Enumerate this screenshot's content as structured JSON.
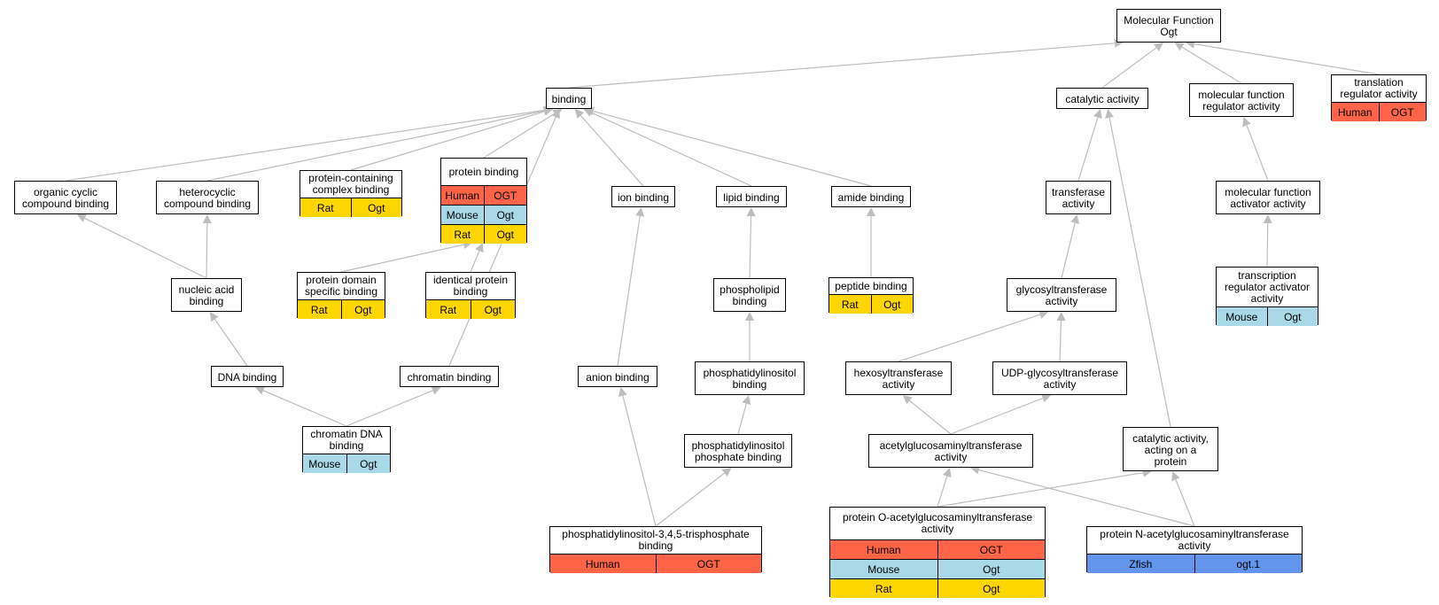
{
  "colors": {
    "Human": "#fe6548",
    "Mouse": "#a9d8e6",
    "Rat": "#ffd600",
    "Zfish": "#6495ed",
    "edge": "#bdbdbd",
    "node_border": "#000000"
  },
  "nodes": [
    {
      "id": "mf",
      "title": "Molecular Function\nOgt"
    },
    {
      "id": "binding",
      "title": "binding"
    },
    {
      "id": "catalytic",
      "title": "catalytic activity"
    },
    {
      "id": "mfreg",
      "title": "molecular function\nregulator activity"
    },
    {
      "id": "translation",
      "title": "translation\nregulator activity",
      "ann": [
        [
          "Human",
          "OGT"
        ]
      ]
    },
    {
      "id": "organic",
      "title": "organic cyclic\ncompound binding"
    },
    {
      "id": "hetero",
      "title": "heterocyclic\ncompound binding"
    },
    {
      "id": "pcomplex",
      "title": "protein-containing\ncomplex binding",
      "ann": [
        [
          "Rat",
          "Ogt"
        ]
      ]
    },
    {
      "id": "protein",
      "title": "protein binding",
      "ann": [
        [
          "Human",
          "OGT"
        ],
        [
          "Mouse",
          "Ogt"
        ],
        [
          "Rat",
          "Ogt"
        ]
      ]
    },
    {
      "id": "ion",
      "title": "ion binding"
    },
    {
      "id": "lipid",
      "title": "lipid binding"
    },
    {
      "id": "amide",
      "title": "amide binding"
    },
    {
      "id": "transferase",
      "title": "transferase\nactivity"
    },
    {
      "id": "mfact",
      "title": "molecular function\nactivator activity"
    },
    {
      "id": "nucleic",
      "title": "nucleic acid\nbinding"
    },
    {
      "id": "pdomain",
      "title": "protein domain\nspecific binding",
      "ann": [
        [
          "Rat",
          "Ogt"
        ]
      ]
    },
    {
      "id": "identical",
      "title": "identical protein\nbinding",
      "ann": [
        [
          "Rat",
          "Ogt"
        ]
      ]
    },
    {
      "id": "phospholipid",
      "title": "phospholipid\nbinding"
    },
    {
      "id": "peptide",
      "title": "peptide binding",
      "ann": [
        [
          "Rat",
          "Ogt"
        ]
      ]
    },
    {
      "id": "glycosyl",
      "title": "glycosyltransferase\nactivity"
    },
    {
      "id": "transcription",
      "title": "transcription\nregulator activator\nactivity",
      "ann": [
        [
          "Mouse",
          "Ogt"
        ]
      ]
    },
    {
      "id": "dna",
      "title": "DNA binding"
    },
    {
      "id": "chromatin",
      "title": "chromatin binding"
    },
    {
      "id": "anion",
      "title": "anion binding"
    },
    {
      "id": "pinositol",
      "title": "phosphatidylinositol\nbinding"
    },
    {
      "id": "hexosyl",
      "title": "hexosyltransferase\nactivity"
    },
    {
      "id": "udp",
      "title": "UDP-glycosyltransferase\nactivity"
    },
    {
      "id": "chromdna",
      "title": "chromatin DNA\nbinding",
      "ann": [
        [
          "Mouse",
          "Ogt"
        ]
      ]
    },
    {
      "id": "pipbind",
      "title": "phosphatidylinositol\nphosphate binding"
    },
    {
      "id": "acetyl",
      "title": "acetylglucosaminyltransferase\nactivity"
    },
    {
      "id": "catprot",
      "title": "catalytic activity,\nacting on a\nprotein"
    },
    {
      "id": "pip3",
      "title": "phosphatidylinositol-3,4,5-trisphosphate\nbinding",
      "ann": [
        [
          "Human",
          "OGT"
        ]
      ]
    },
    {
      "id": "poacetyl",
      "title": "protein O-acetylglucosaminyltransferase\nactivity",
      "ann": [
        [
          "Human",
          "OGT"
        ],
        [
          "Mouse",
          "Ogt"
        ],
        [
          "Rat",
          "Ogt"
        ]
      ]
    },
    {
      "id": "pnacetyl",
      "title": "protein N-acetylglucosaminyltransferase\nactivity",
      "ann": [
        [
          "Zfish",
          "ogt.1"
        ]
      ]
    }
  ],
  "edges": [
    [
      "binding",
      "mf"
    ],
    [
      "catalytic",
      "mf"
    ],
    [
      "mfreg",
      "mf"
    ],
    [
      "translation",
      "mf"
    ],
    [
      "organic",
      "binding"
    ],
    [
      "hetero",
      "binding"
    ],
    [
      "pcomplex",
      "binding"
    ],
    [
      "protein",
      "binding"
    ],
    [
      "ion",
      "binding"
    ],
    [
      "lipid",
      "binding"
    ],
    [
      "amide",
      "binding"
    ],
    [
      "chromatin",
      "binding"
    ],
    [
      "transferase",
      "catalytic"
    ],
    [
      "catprot",
      "catalytic"
    ],
    [
      "mfact",
      "mfreg"
    ],
    [
      "nucleic",
      "organic"
    ],
    [
      "nucleic",
      "hetero"
    ],
    [
      "pdomain",
      "protein"
    ],
    [
      "identical",
      "protein"
    ],
    [
      "anion",
      "ion"
    ],
    [
      "phospholipid",
      "lipid"
    ],
    [
      "peptide",
      "amide"
    ],
    [
      "glycosyl",
      "transferase"
    ],
    [
      "transcription",
      "mfact"
    ],
    [
      "dna",
      "nucleic"
    ],
    [
      "chromdna",
      "dna"
    ],
    [
      "chromdna",
      "chromatin"
    ],
    [
      "pip3",
      "anion"
    ],
    [
      "pip3",
      "pipbind"
    ],
    [
      "pinositol",
      "phospholipid"
    ],
    [
      "pipbind",
      "pinositol"
    ],
    [
      "hexosyl",
      "glycosyl"
    ],
    [
      "udp",
      "glycosyl"
    ],
    [
      "acetyl",
      "hexosyl"
    ],
    [
      "acetyl",
      "udp"
    ],
    [
      "poacetyl",
      "acetyl"
    ],
    [
      "poacetyl",
      "catprot"
    ],
    [
      "pnacetyl",
      "acetyl"
    ],
    [
      "pnacetyl",
      "catprot"
    ]
  ]
}
